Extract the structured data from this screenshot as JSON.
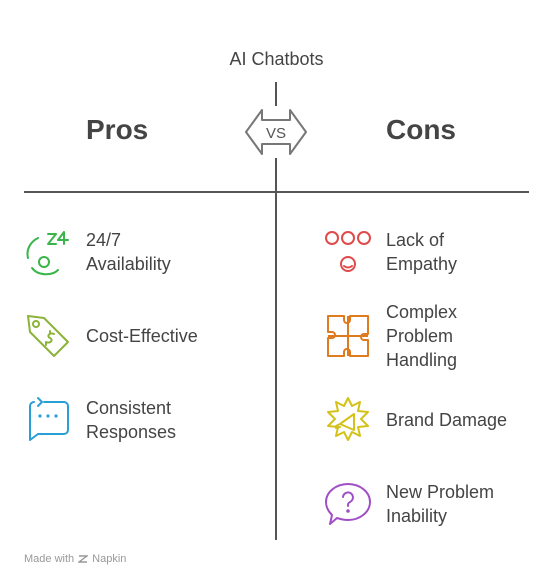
{
  "topic": "AI Chatbots",
  "vs_label": "VS",
  "pros": {
    "heading": "Pros",
    "items": [
      {
        "label": "24/7 Availability",
        "lines": [
          "24/7",
          "Availability"
        ],
        "icon": "clock-24-icon",
        "color": "#3ab54a"
      },
      {
        "label": "Cost-Effective",
        "lines": [
          "Cost-Effective"
        ],
        "icon": "price-tag-icon",
        "color": "#8cb33a"
      },
      {
        "label": "Consistent Responses",
        "lines": [
          "Consistent",
          "Responses"
        ],
        "icon": "chat-repeat-icon",
        "color": "#2a9fd6"
      }
    ]
  },
  "cons": {
    "heading": "Cons",
    "items": [
      {
        "label": "Lack of Empathy",
        "lines": [
          "Lack of",
          "Empathy"
        ],
        "icon": "emotions-faces-icon",
        "color": "#e04a4a"
      },
      {
        "label": "Complex Problem Handling",
        "lines": [
          "Complex",
          "Problem",
          "Handling"
        ],
        "icon": "puzzle-icon",
        "color": "#e07a1f"
      },
      {
        "label": "Brand Damage",
        "lines": [
          "Brand Damage"
        ],
        "icon": "megaphone-burst-icon",
        "color": "#d4c21a"
      },
      {
        "label": "New Problem Inability",
        "lines": [
          "New Problem",
          "Inability"
        ],
        "icon": "question-bubble-icon",
        "color": "#a04fc6"
      }
    ]
  },
  "footer": {
    "made_with": "Made with",
    "brand": "Napkin"
  }
}
